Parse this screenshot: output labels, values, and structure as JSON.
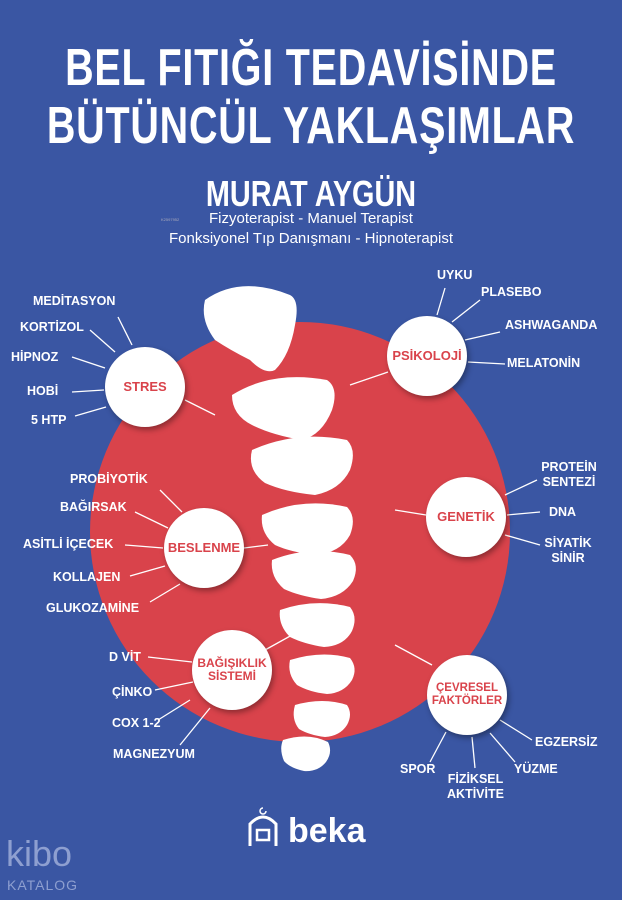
{
  "title": {
    "line1": "BEL FITIĞI TEDAVİSİNDE",
    "line2": "BÜTÜNCÜL YAKLAŞIMLAR"
  },
  "author": "MURAT AYGÜN",
  "tiny_code": "K2597952",
  "subtitle": {
    "line1": "Fizyoterapist - Manuel Terapist",
    "line2": "Fonksiyonel Tıp Danışmanı - Hipnoterapist"
  },
  "nodes": {
    "stres": "STRES",
    "psikoloji": "PSİKOLOJİ",
    "genetik": "GENETİK",
    "beslenme": "BESLENME",
    "bagisiklik": "BAĞIŞIKLIK SİSTEMİ",
    "cevresel": "ÇEVRESEL FAKTÖRLER"
  },
  "stres_items": [
    "MEDİTASYON",
    "KORTİZOL",
    "HİPNOZ",
    "HOBİ",
    "5 HTP"
  ],
  "psikoloji_items": [
    "UYKU",
    "PLASEBO",
    "ASHWAGANDA",
    "MELATONİN"
  ],
  "genetik_items": [
    "PROTEİN SENTEZİ",
    "DNA",
    "SİYATİK SİNİR"
  ],
  "beslenme_items": [
    "PROBİYOTİK",
    "BAĞIRSAK",
    "ASİTLİ İÇECEK",
    "KOLLAJEN",
    "GLUKOZAMİNE"
  ],
  "bagisiklik_items": [
    "D VİT",
    "ÇİNKO",
    "COX 1-2",
    "MAGNEZYUM"
  ],
  "cevresel_items": [
    "EGZERSİZ",
    "YÜZME",
    "FİZİKSEL AKTİVİTE",
    "SPOR"
  ],
  "publisher": "beka",
  "watermark": {
    "brand": "kibo",
    "sub": "KATALOG"
  },
  "colors": {
    "background": "#3a56a3",
    "accent": "#d9434b"
  }
}
